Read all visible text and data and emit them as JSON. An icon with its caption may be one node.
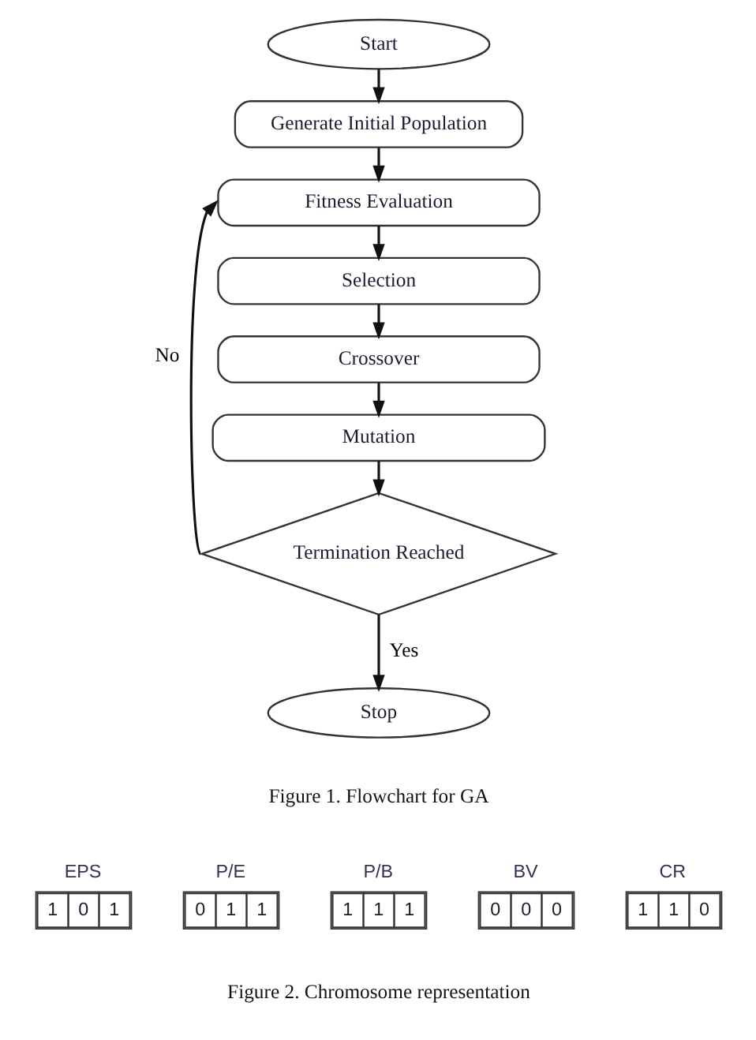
{
  "diagram": {
    "nodes": [
      {
        "text": [
          "Start"
        ]
      },
      {
        "text": [
          "Generate Initial Population"
        ]
      },
      {
        "text": [
          "Fitness Evaluation"
        ]
      },
      {
        "text": [
          "Selection"
        ]
      },
      {
        "text": [
          "Crossover"
        ]
      },
      {
        "text": [
          "Mutation"
        ]
      },
      {
        "text": [
          "Termination Reached"
        ]
      },
      {
        "text": [
          "Stop"
        ]
      },
      {
        "text": [
          "EPS",
          "1",
          "0",
          "1"
        ]
      },
      {
        "text": [
          "P/E",
          "0",
          "1",
          "1"
        ]
      },
      {
        "text": [
          "P/B",
          "1",
          "1",
          "1"
        ]
      },
      {
        "text": [
          "BV",
          "0",
          "0",
          "0"
        ]
      },
      {
        "text": [
          "CR",
          "1",
          "1",
          "0"
        ]
      }
    ],
    "edges": [
      {
        "from": 0,
        "to": 1,
        "arrow": "to"
      },
      {
        "from": 1,
        "to": 2,
        "arrow": "to"
      },
      {
        "from": 2,
        "to": 3,
        "arrow": "to"
      },
      {
        "from": 3,
        "to": 4,
        "arrow": "to"
      },
      {
        "from": 4,
        "to": 5,
        "arrow": "to"
      },
      {
        "from": 5,
        "to": 6,
        "arrow": "to"
      },
      {
        "from": 6,
        "to": 2,
        "arrow": "to",
        "label": "No"
      },
      {
        "from": 6,
        "to": 7,
        "arrow": "to",
        "label": "Yes"
      }
    ],
    "labels": [
      "Figure 1. Flowchart for GA",
      "Figure 2. Chromosome representation"
    ]
  }
}
